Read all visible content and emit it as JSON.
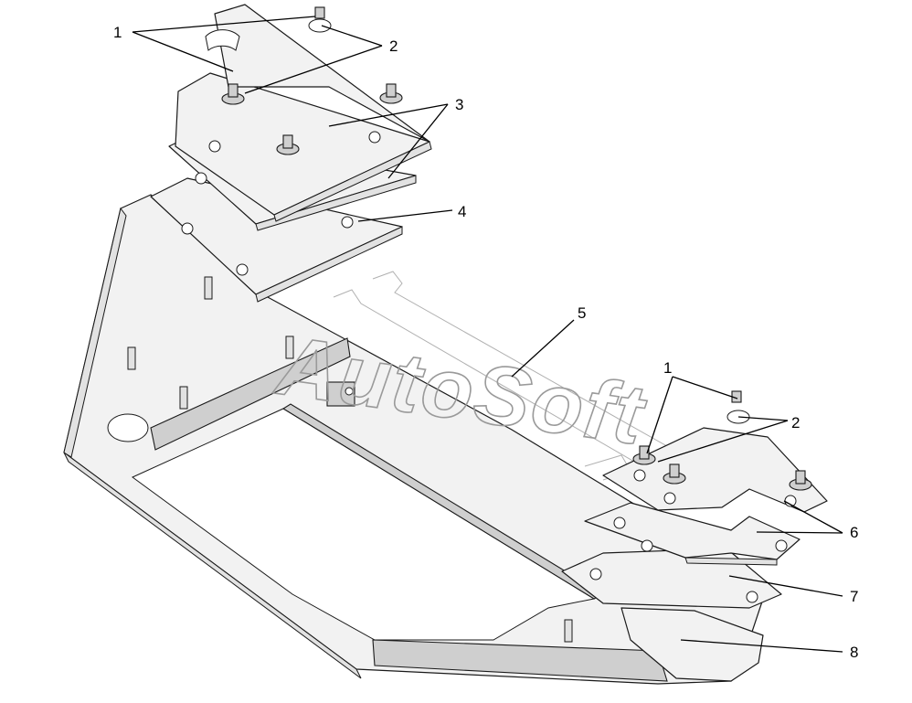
{
  "watermark": "AutoSoft",
  "callouts": {
    "c1a": "1",
    "c2a": "2",
    "c3": "3",
    "c4": "4",
    "c5": "5",
    "c1b": "1",
    "c2b": "2",
    "c6": "6",
    "c7": "7",
    "c8": "8"
  },
  "colors": {
    "line": "#1a1a1a",
    "fill": "#f2f2f2",
    "watermark": "#9a9a9a"
  }
}
